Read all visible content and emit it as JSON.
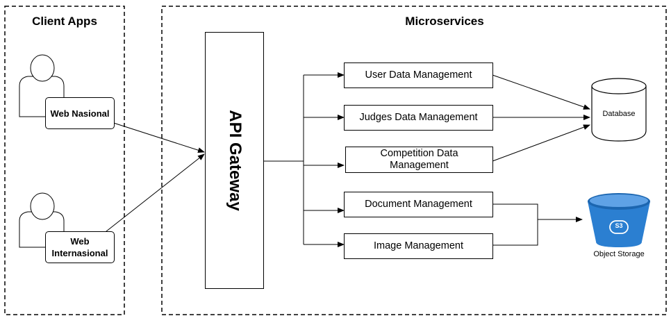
{
  "groups": {
    "client": {
      "title": "Client Apps"
    },
    "microservices": {
      "title": "Microservices"
    }
  },
  "clients": [
    {
      "label": "Web Nasional",
      "icon": "user-icon"
    },
    {
      "label": "Web Internasional",
      "icon": "user-icon"
    }
  ],
  "gateway": {
    "label": "API Gateway"
  },
  "services": [
    {
      "label": "User Data Management"
    },
    {
      "label": "Judges Data Management"
    },
    {
      "label": "Competition Data Management"
    },
    {
      "label": "Document Management"
    },
    {
      "label": "Image Management"
    }
  ],
  "stores": {
    "database": {
      "label": "Database",
      "icon": "database-icon"
    },
    "object_storage": {
      "label": "Object Storage",
      "icon": "s3-bucket-icon",
      "badge": "S3",
      "color": "#2b7fd1"
    }
  }
}
